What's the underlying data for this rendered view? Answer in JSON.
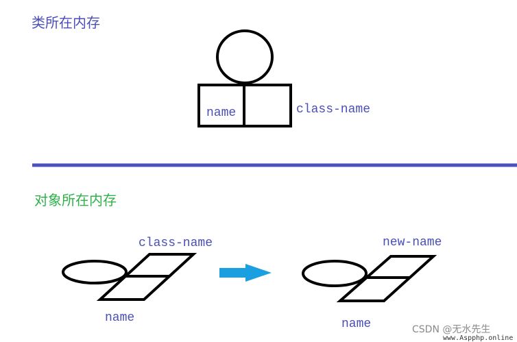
{
  "colors": {
    "stroke": "#000000",
    "label_blue": "#4a4fb8",
    "label_green": "#2fb14a",
    "divider": "#4b50bd",
    "arrow": "#1aa0e0",
    "watermark": "#8a8a8a"
  },
  "top_section": {
    "heading": "类所在内存",
    "box_label": "name",
    "pointer_label": "class-name"
  },
  "bottom_section": {
    "heading": "对象所在内存",
    "before": {
      "top_label": "class-name",
      "bottom_label": "name"
    },
    "arrow_icon": "right-arrow-icon",
    "after": {
      "top_label": "new-name",
      "bottom_label": "name"
    }
  },
  "watermark": {
    "author": "CSDN @无水先生",
    "site": "www.Aspphp.online"
  }
}
